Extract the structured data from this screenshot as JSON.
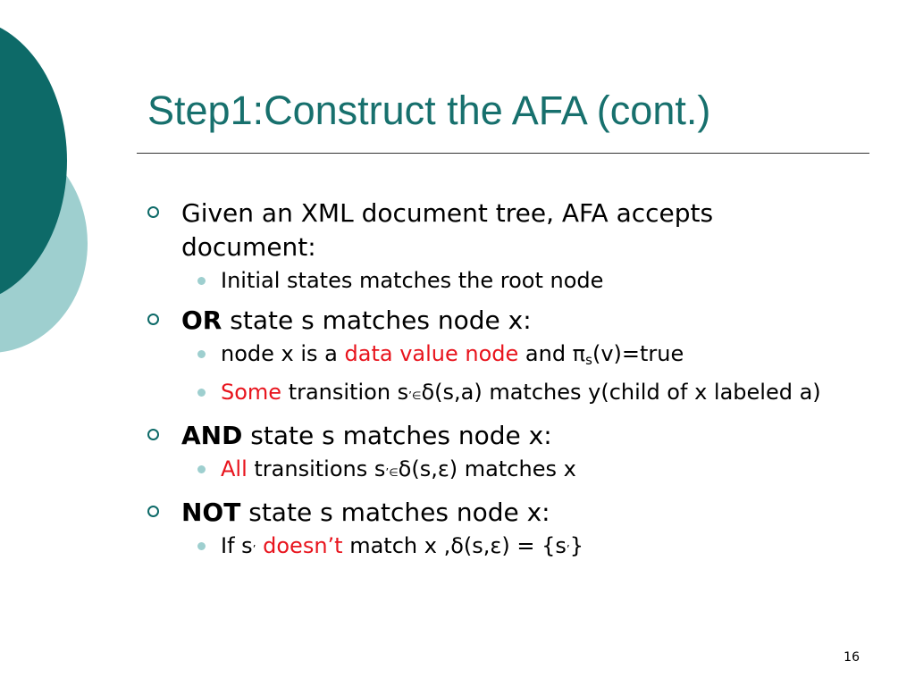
{
  "slide": {
    "title": "Step1:Construct the AFA (cont.)",
    "page_number": "16",
    "colors": {
      "accent_dark": "#0d6a68",
      "accent_light": "#9ecfcf",
      "title": "#17706d",
      "emphasis": "#e8141d"
    }
  },
  "bullets": [
    {
      "text": "Given an XML document tree, AFA accepts document:",
      "subs": [
        {
          "text": "Initial states matches the root node"
        }
      ]
    },
    {
      "keyword": "OR",
      "text": " state s matches node x:",
      "subs": [
        {
          "pre": "node x is a ",
          "red": "data value node",
          "mid": " and π",
          "subscript": "s",
          "post": "(v)=true"
        },
        {
          "red": "Some",
          "mid": " transition s",
          "small": "’∈",
          "post": "δ(s,a) matches y(child of x labeled a)"
        }
      ]
    },
    {
      "keyword": "AND",
      "text": " state s matches node x:",
      "subs": [
        {
          "red": "All",
          "mid": " transitions s",
          "small": "’∈",
          "post": "δ(s,ε) matches x"
        }
      ]
    },
    {
      "keyword": "NOT",
      "text": " state s matches node x:",
      "subs": [
        {
          "pre": "If s",
          "small1": "’",
          "mid": " ",
          "red": "doesn’t",
          "post": " match x ,δ(s,ε) = {s",
          "small2": "’",
          "end": "}"
        }
      ]
    }
  ]
}
